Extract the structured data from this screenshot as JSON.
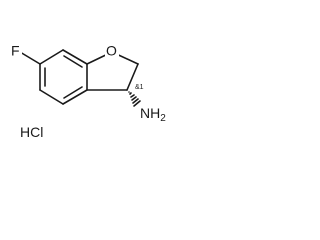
{
  "molecule": {
    "atoms": {
      "fluorine": "F",
      "oxygen": "O",
      "amine_n": "N",
      "amine_h": "H",
      "amine_h_count": "2"
    },
    "stereo_label": "&1",
    "salt": "HCl"
  }
}
